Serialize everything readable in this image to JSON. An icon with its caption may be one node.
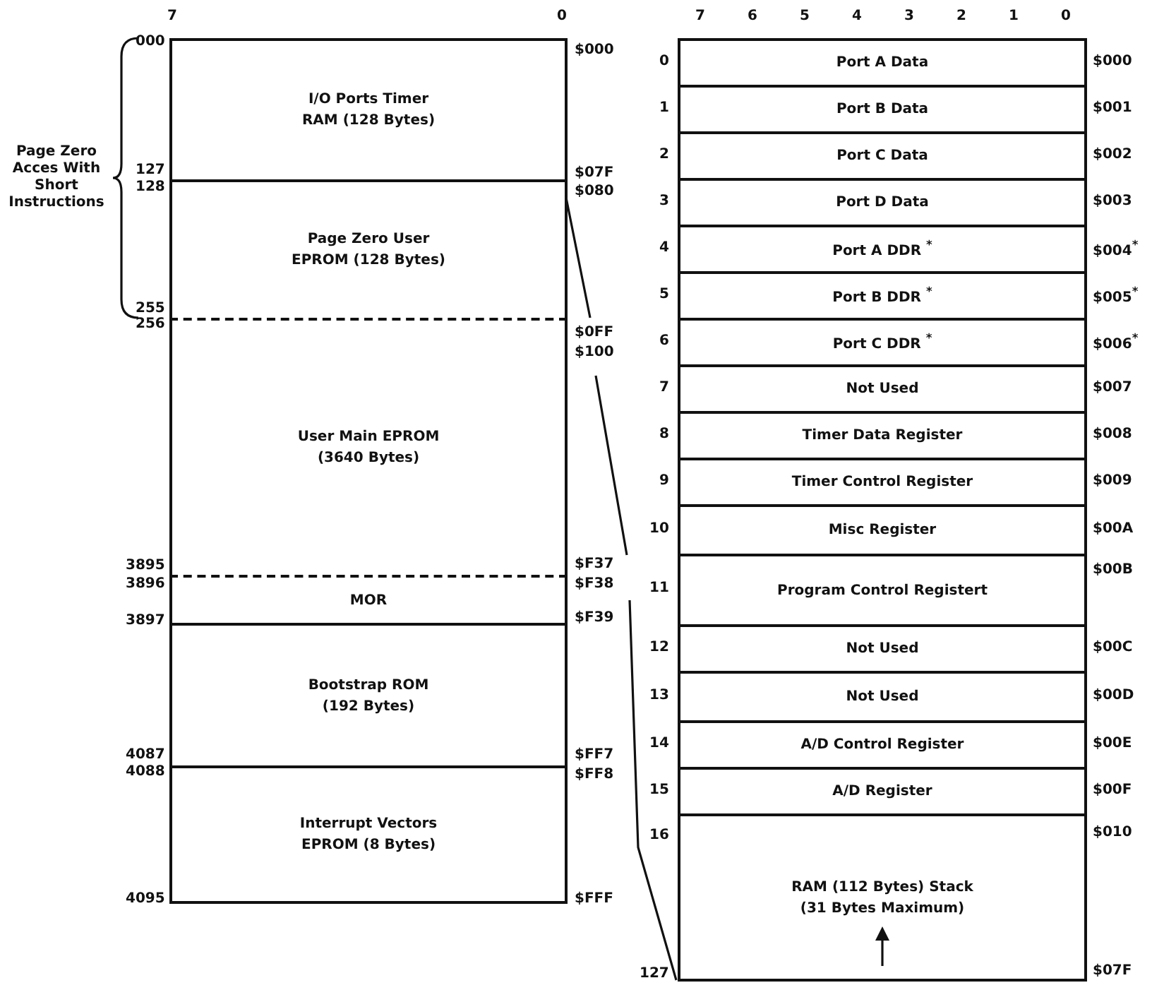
{
  "diagram": {
    "nodes": [
      {
        "text": [
          "I/O Ports Timer RAM (128 Bytes)"
        ]
      },
      {
        "text": [
          "Page Zero User EPROM (128 Bytes)"
        ]
      },
      {
        "text": [
          "User Main EPROM (3640 Bytes)"
        ]
      },
      {
        "text": [
          "MOR"
        ]
      },
      {
        "text": [
          "Bootstrap ROM (192 Bytes)"
        ]
      },
      {
        "text": [
          "Interrupt Vectors EPROM (8 Bytes)"
        ]
      },
      {
        "text": [
          "Port A Data"
        ]
      },
      {
        "text": [
          "Port B Data"
        ]
      },
      {
        "text": [
          "Port C Data"
        ]
      },
      {
        "text": [
          "Port D Data"
        ]
      },
      {
        "text": [
          "Port A DDR $^{*}$"
        ]
      },
      {
        "text": [
          "Port B DDR $^{*}$"
        ]
      },
      {
        "text": [
          "Port C DDR $^{*}$"
        ]
      },
      {
        "text": [
          "Not Used"
        ]
      },
      {
        "text": [
          "Timer Data Register"
        ]
      },
      {
        "text": [
          "Timer Control Register"
        ]
      },
      {
        "text": [
          "Misc Register"
        ]
      },
      {
        "text": [
          "Program Control Registert"
        ]
      },
      {
        "text": [
          "Not Used"
        ]
      },
      {
        "text": [
          "Not Used"
        ]
      },
      {
        "text": [
          "A/D Control Register"
        ]
      },
      {
        "text": [
          "A/D Register"
        ]
      },
      {
        "text": [
          "RAM (112 Bytes) Stack (31 Bytes Maximum)"
        ]
      }
    ],
    "edges": [],
    "labels": [
      "7",
      "0",
      "000",
      "127",
      "128",
      "255",
      "256",
      "3895",
      "3896",
      "3897",
      "4087",
      "4088",
      "4095",
      "$000",
      "$07F",
      "$080",
      "$0FF",
      "$100",
      "$F37",
      "$F38",
      "$F39",
      "$FF7",
      "$FF8",
      "$FFF",
      "7",
      "6",
      "5",
      "4",
      "3",
      "2",
      "1",
      "0",
      "0",
      "1",
      "2",
      "3",
      "4",
      "5",
      "6",
      "7",
      "8",
      "9",
      "10",
      "11",
      "12",
      "13",
      "14",
      "15",
      "16",
      "127",
      "$000",
      "$001",
      "$002",
      "$003",
      "$004$^{*}$",
      "$005$^{*}$",
      "$006$^{*}$",
      "$007",
      "$008",
      "$009",
      "$00A",
      "$00B",
      "$00C",
      "$00D",
      "$00E",
      "$00F",
      "$010",
      "$07F",
      "Page Zero Acces With Short Instructions"
    ]
  }
}
